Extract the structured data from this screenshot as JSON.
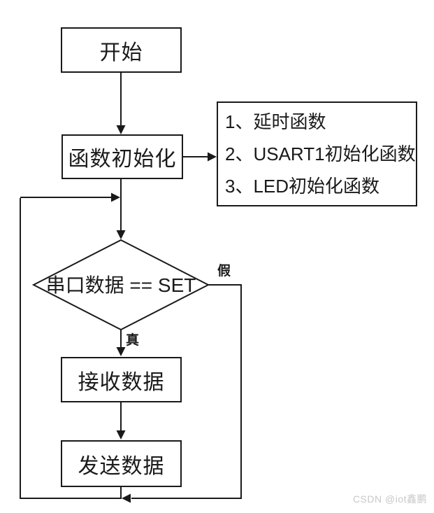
{
  "flowchart": {
    "nodes": {
      "start": {
        "label": "开始"
      },
      "init": {
        "label": "函数初始化"
      },
      "side_note": {
        "items": [
          "1、延时函数",
          "2、USART1初始化函数",
          "3、LED初始化函数"
        ]
      },
      "decision": {
        "label": "串口数据 == SET"
      },
      "receive": {
        "label": "接收数据"
      },
      "send": {
        "label": "发送数据"
      }
    },
    "edge_labels": {
      "true_branch": "真",
      "false_branch": "假"
    },
    "colors": {
      "stroke": "#1a1a1a",
      "node_fill": "#ffffff",
      "watermark": "#c8c8c8"
    }
  },
  "watermark": {
    "text": "CSDN @iot鑫鹏"
  }
}
